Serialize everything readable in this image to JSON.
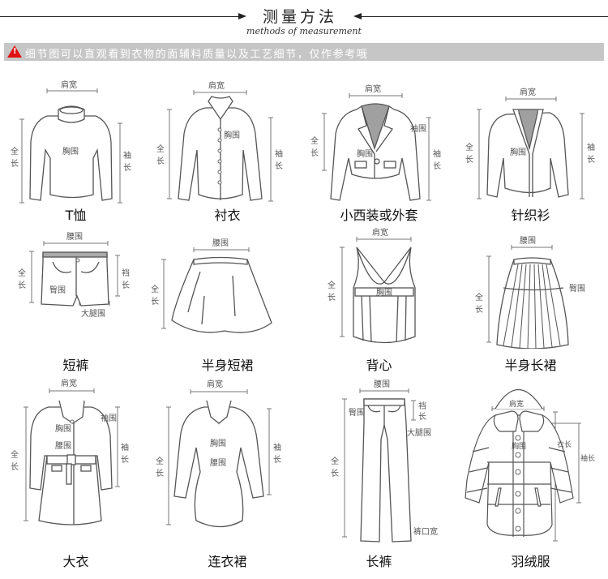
{
  "header": {
    "title": "测量方法",
    "subtitle": "methods of measurement"
  },
  "notice": {
    "icon": "warning-triangle-icon",
    "text": "细节图可以直观看到衣物的面辅料质量以及工艺细节，仅作参考哦",
    "background": "#c6c6c6",
    "icon_color": "#e01010"
  },
  "measure_terms": {
    "shoulder": "肩宽",
    "chest": "胸围",
    "waist": "腰围",
    "hip": "臀围",
    "length_1": "全",
    "length_2": "长",
    "sleeve_1": "袖",
    "sleeve_2": "长",
    "sleeve_girth": "袖围",
    "crotch_1": "裆",
    "crotch_2": "长",
    "thigh": "大腿围",
    "hem": "裤口宽",
    "garment_length": "衣长",
    "sleeve_length": "袖长"
  },
  "garments": [
    {
      "name": "T恤",
      "measurements": [
        "肩宽",
        "胸围",
        "全长",
        "袖长"
      ]
    },
    {
      "name": "衬衣",
      "measurements": [
        "肩宽",
        "胸围",
        "全长",
        "袖长"
      ]
    },
    {
      "name": "小西装或外套",
      "measurements": [
        "肩宽",
        "胸围",
        "全长",
        "袖长",
        "袖围"
      ]
    },
    {
      "name": "针织衫",
      "measurements": [
        "肩宽",
        "胸围",
        "全长",
        "袖长"
      ]
    },
    {
      "name": "短裤",
      "measurements": [
        "腰围",
        "臀围",
        "全长",
        "裆长",
        "大腿围"
      ]
    },
    {
      "name": "半身短裙",
      "measurements": [
        "腰围",
        "全长"
      ]
    },
    {
      "name": "背心",
      "measurements": [
        "肩宽",
        "胸围",
        "全长"
      ]
    },
    {
      "name": "半身长裙",
      "measurements": [
        "腰围",
        "臀围",
        "全长"
      ]
    },
    {
      "name": "大衣",
      "measurements": [
        "肩宽",
        "胸围",
        "腰围",
        "全长",
        "袖长",
        "袖围"
      ]
    },
    {
      "name": "连衣裙",
      "measurements": [
        "肩宽",
        "胸围",
        "腰围",
        "全长",
        "袖长"
      ]
    },
    {
      "name": "长裤",
      "measurements": [
        "腰围",
        "臀围",
        "全长",
        "裆长",
        "大腿围",
        "裤口宽"
      ]
    },
    {
      "name": "羽绒服",
      "measurements": [
        "肩宽",
        "胸围",
        "衣长",
        "袖长"
      ]
    }
  ]
}
